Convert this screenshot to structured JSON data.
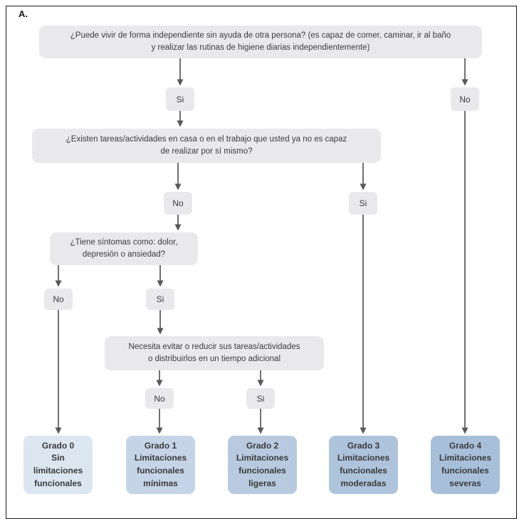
{
  "figure_label": "A.",
  "colors": {
    "question_box": "#e9e9eb",
    "answer_box": "#e9e9eb",
    "arrow": "#57585a",
    "text": "#3c3c3c",
    "frame_border": "#1a1a1a"
  },
  "questions": {
    "q1": {
      "line1": "¿Puede vivir de forma independiente sin ayuda de otra persona? (es capaz de comer, caminar, ir al baño",
      "line2": "y realizar las rutinas de higiene diarias independientemente)"
    },
    "q2": {
      "line1": "¿Existen tareas/actividades en casa o en el trabajo que usted ya no es capaz",
      "line2": "de realizar por sí mismo?"
    },
    "q3": {
      "line1": "¿Tiene síntomas como: dolor,",
      "line2": "depresión o ansiedad?"
    },
    "q4": {
      "line1": "Necesita evitar o reducir sus tareas/actividades",
      "line2": "o distribuirlos en un tiempo adicional"
    }
  },
  "answers": {
    "yes": "Si",
    "no": "No"
  },
  "outcomes": [
    {
      "title": "Grado 0",
      "line1": "Sin",
      "line2": "limitaciones",
      "line3": "funcionales",
      "color": "#dce6f1"
    },
    {
      "title": "Grado 1",
      "line1": "Limitaciones",
      "line2": "funcionales",
      "line3": "mínimas",
      "color": "#c6d4e7"
    },
    {
      "title": "Grado 2",
      "line1": "Limitaciones",
      "line2": "funcionales",
      "line3": "ligeras",
      "color": "#b8cadf"
    },
    {
      "title": "Grado 3",
      "line1": "Limitaciones",
      "line2": "funcionales",
      "line3": "moderadas",
      "color": "#aec3dc"
    },
    {
      "title": "Grado 4",
      "line1": "Limitaciones",
      "line2": "funcionales",
      "line3": "severas",
      "color": "#a8bfda"
    }
  ]
}
